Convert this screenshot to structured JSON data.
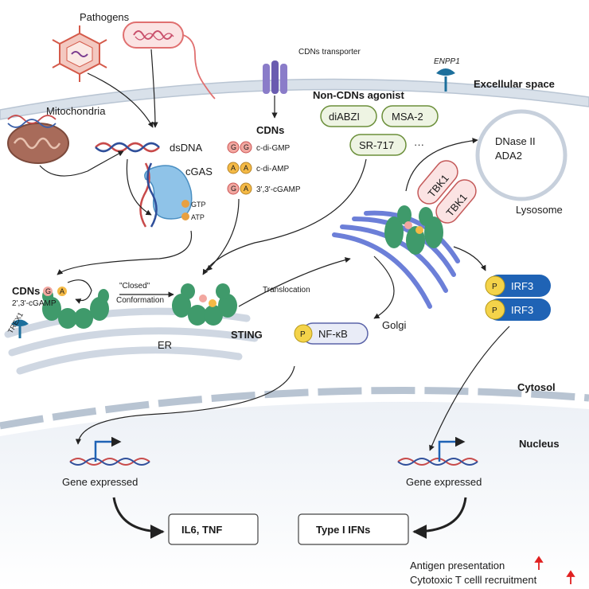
{
  "colors": {
    "membrane": "#d2dbe6",
    "cytosol_line": "#b8c4d2",
    "sting": "#3f9a6b",
    "irf3": "#1f63b5",
    "phospho": "#f4d34a",
    "golgi": "#6c7fd8",
    "pill_green": "#eef4e3",
    "tbk1_fill": "#fbe3e3",
    "red_arrow": "#e02020"
  },
  "labels": {
    "pathogens": "Pathogens",
    "cdns_transporter": "CDNs transporter",
    "enpp1": "ENPP1",
    "extracellular": "Excellular space",
    "mitochondria": "Mitochondria",
    "dsdna": "dsDNA",
    "cgas": "cGAS",
    "gtp": "GTP",
    "atp": "ATP",
    "cdns_top": "CDNs",
    "c_di_gmp": "c-di-GMP",
    "c_di_amp": "c-di-AMP",
    "cgamp_33": "3',3'-cGAMP",
    "non_cdns": "Non-CDNs agonist",
    "diabzi": "diABZI",
    "msa2": "MSA-2",
    "sr717": "SR-717",
    "ellipsis": "···",
    "dnase": "DNase II",
    "ada2": "ADA2",
    "lysosome": "Lysosome",
    "tbk1": "TBK1",
    "tbk1_b": "TBK1",
    "cdns_left": "CDNs",
    "cgamp_23": "2',3'-cGAMP",
    "closed_1": "\"Closed\"",
    "closed_2": "Conformation",
    "translocation": "Translocation",
    "golgi": "Golgi",
    "trex1": "TREX1",
    "er": "ER",
    "sting": "STING",
    "p1": "P",
    "p2": "P",
    "p3": "P",
    "irf3_a": "IRF3",
    "irf3_b": "IRF3",
    "nfkb": "NF-κB",
    "cytosol": "Cytosol",
    "nucleus": "Nucleus",
    "gene_left": "Gene expressed",
    "gene_right": "Gene expressed",
    "il6": "IL6, TNF",
    "ifn": "Type I IFNs",
    "antigen": "Antigen presentation",
    "cytotoxic": "Cytotoxic T celll recruitment",
    "g": "G",
    "a": "A"
  }
}
